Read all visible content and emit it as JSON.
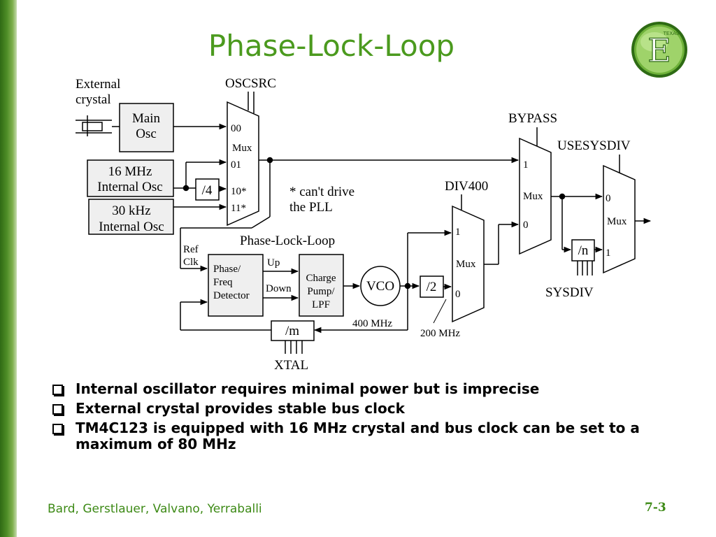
{
  "slide": {
    "title": "Phase-Lock-Loop",
    "logo": {
      "icon": "texas-e-logo",
      "letter": "E",
      "badge": "TEXAS"
    }
  },
  "diagram": {
    "external_crystal": [
      "External",
      "crystal"
    ],
    "main_osc": [
      "Main",
      "Osc"
    ],
    "piosc": [
      "16 MHz",
      "Internal Osc"
    ],
    "lfiosc": [
      "30 kHz",
      "Internal Osc"
    ],
    "div4": "/4",
    "oscsrc": "OSCSRC",
    "mux1": {
      "label": "Mux",
      "inputs": [
        "00",
        "01",
        "10*",
        "11*"
      ]
    },
    "note": [
      "* can't drive",
      "the PLL"
    ],
    "pll_title": "Phase-Lock-Loop",
    "ref_clk": [
      "Ref",
      "Clk"
    ],
    "pfd": [
      "Phase/",
      "Freq",
      "Detector"
    ],
    "up": "Up",
    "down": "Down",
    "charge_pump": [
      "Charge",
      "Pump/",
      "LPF"
    ],
    "vco": "VCO",
    "divm": "/m",
    "xtal": "XTAL",
    "freq_400": "400 MHz",
    "div2": "/2",
    "freq_200": "200 MHz",
    "div400": "DIV400",
    "mux2": {
      "label": "Mux",
      "inputs": [
        "1",
        "0"
      ]
    },
    "bypass": "BYPASS",
    "mux3": {
      "label": "Mux",
      "inputs": [
        "1",
        "0"
      ]
    },
    "usesysdiv": "USESYSDIV",
    "mux4": {
      "label": "Mux",
      "inputs": [
        "0",
        "1"
      ]
    },
    "divn": "/n",
    "sysdiv": "SYSDIV"
  },
  "bullets": [
    "Internal oscillator requires minimal power but is imprecise",
    "External crystal provides stable bus clock",
    "TM4C123 is equipped with 16 MHz crystal and bus clock can be set to a maximum of 80 MHz"
  ],
  "footer": {
    "authors": "Bard, Gerstlauer, Valvano, Yerraballi",
    "page": "7-3"
  },
  "colors": {
    "title": "#4b9a1e",
    "footer": "#3d8a16",
    "box_fill": "#efefef",
    "line": "#000000"
  }
}
